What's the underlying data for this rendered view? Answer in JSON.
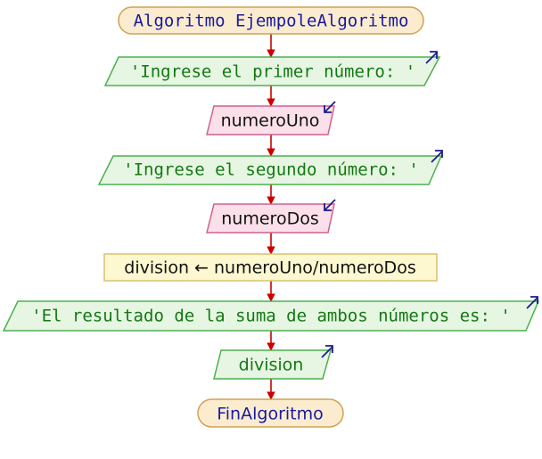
{
  "colors": {
    "terminal_fill": "#fbecd0",
    "terminal_stroke": "#d2a050",
    "terminal_text": "#1a1aa0",
    "output_fill": "#e6f6e2",
    "output_stroke": "#4caf50",
    "output_text": "#147814",
    "input_fill": "#fbe0ea",
    "input_stroke": "#d06090",
    "input_text": "#111111",
    "process_fill": "#fdf8d0",
    "process_stroke": "#d8c070",
    "process_text": "#111111",
    "connector": "#cc0000",
    "io_arrow": "#1a1a90"
  },
  "flowchart": {
    "start_label": "Algoritmo EjempoleAlgoritmo",
    "step1_output": "'Ingrese el primer número: '",
    "step2_input": "numeroUno",
    "step3_output": "'Ingrese el segundo número: '",
    "step4_input": "numeroDos",
    "step5_process": "division ← numeroUno/numeroDos",
    "step6_output": "'El resultado de la suma de ambos números es: '",
    "step7_output": "division",
    "end_label": "FinAlgoritmo"
  }
}
